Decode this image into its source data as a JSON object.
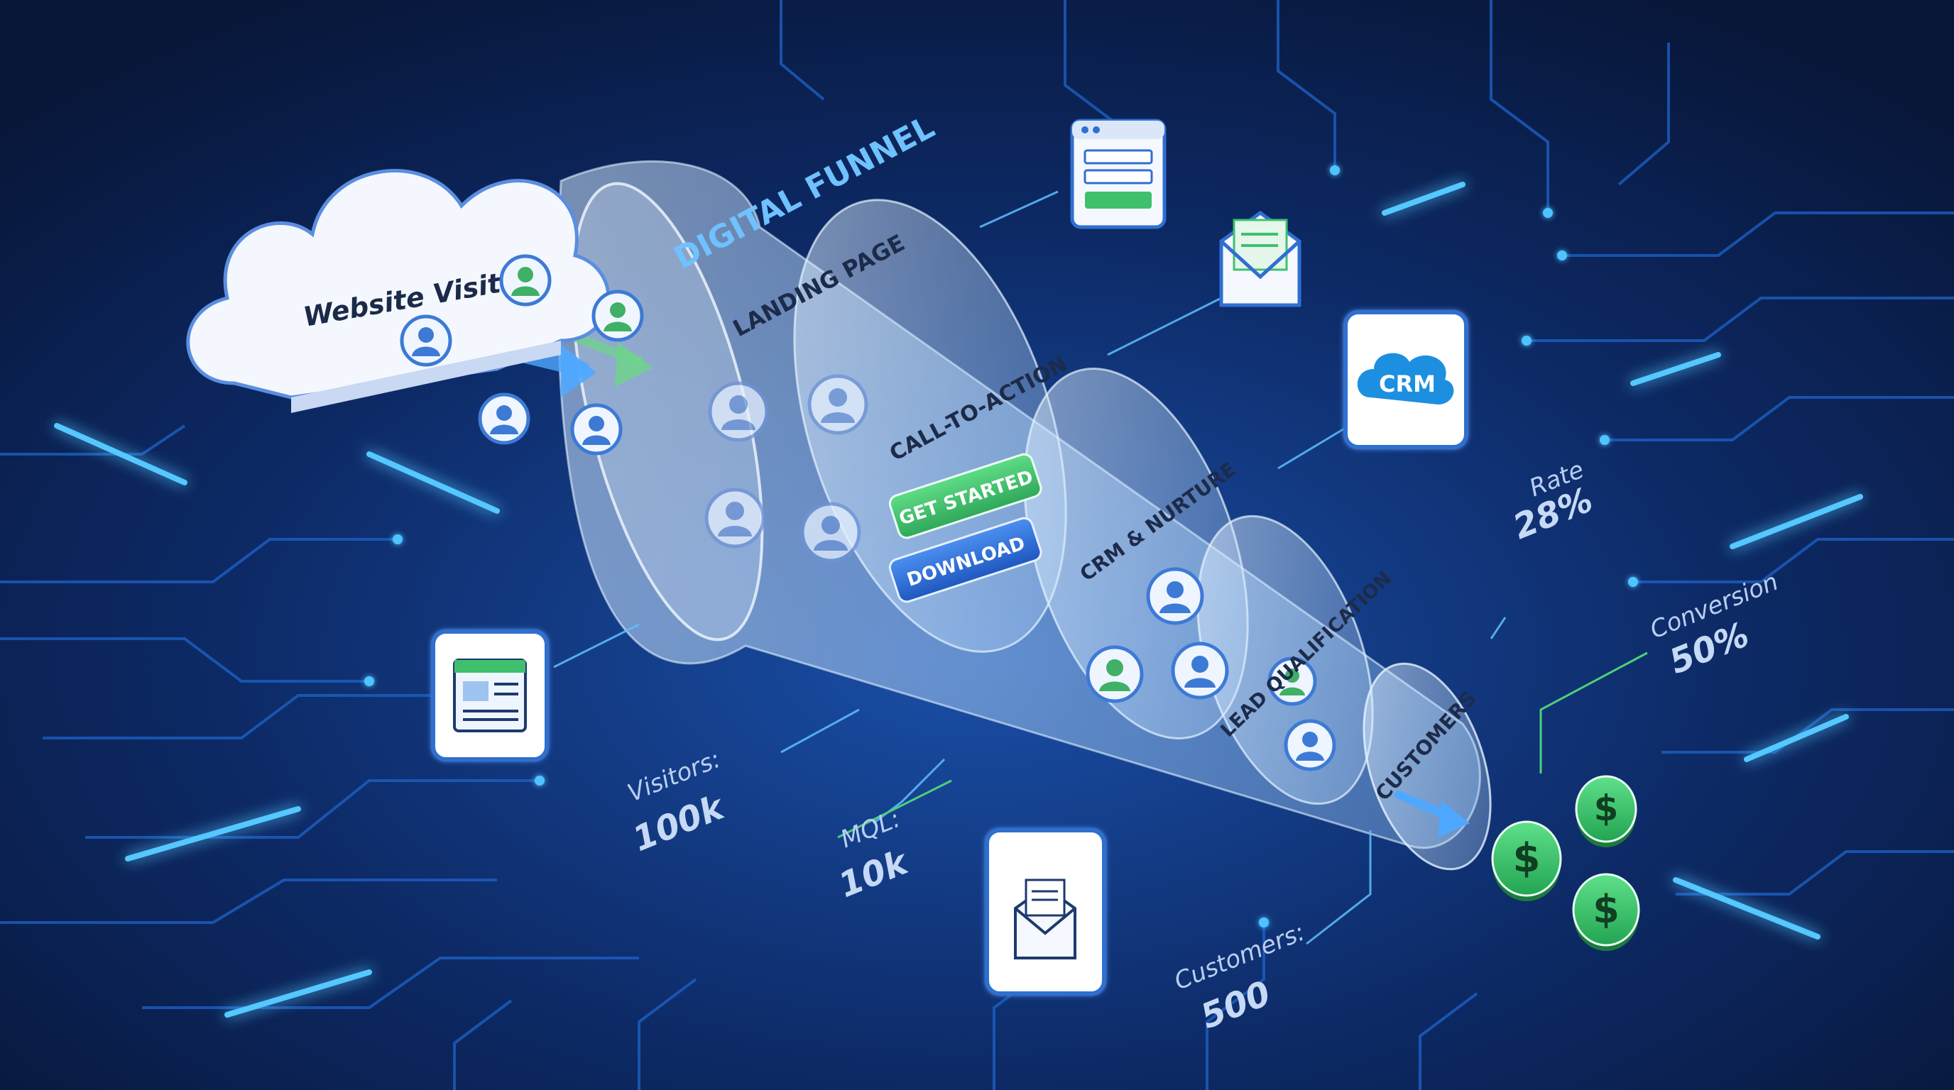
{
  "title": "DIGITAL FUNNEL",
  "source": {
    "label": "Website Visitors"
  },
  "stages": [
    {
      "label": "LANDING PAGE"
    },
    {
      "label": "CALL-TO-ACTION"
    },
    {
      "label": "CRM & NURTURE"
    },
    {
      "label": "LEAD QUALIFICATION"
    },
    {
      "label": "CUSTOMERS"
    }
  ],
  "cta_buttons": [
    {
      "label": "GET STARTED"
    },
    {
      "label": "DOWNLOAD"
    }
  ],
  "crm_badge": {
    "label": "CRM"
  },
  "metrics": [
    {
      "label": "Visitors:",
      "value": "100k"
    },
    {
      "label": "MQL:",
      "value": "10k"
    },
    {
      "label": "Customers:",
      "value": "500"
    },
    {
      "label": "Rate",
      "value": "28%"
    },
    {
      "label": "Conversion",
      "value": "50%"
    }
  ],
  "coin_symbol": "$",
  "icons": [
    "cloud-icon",
    "user-icon",
    "browser-window-icon",
    "form-window-icon",
    "envelope-icon",
    "crm-icon",
    "dollar-coin-icon",
    "arrow-icon"
  ],
  "colors": {
    "background": "#0a1d4a",
    "circuit": "#1d63c9",
    "glow": "#4fc3ff",
    "label_text": "#c6d9f5",
    "accent_green": "#3fc06d",
    "accent_blue": "#2f6fd0",
    "cloud_fill": "#f4f7fd"
  }
}
